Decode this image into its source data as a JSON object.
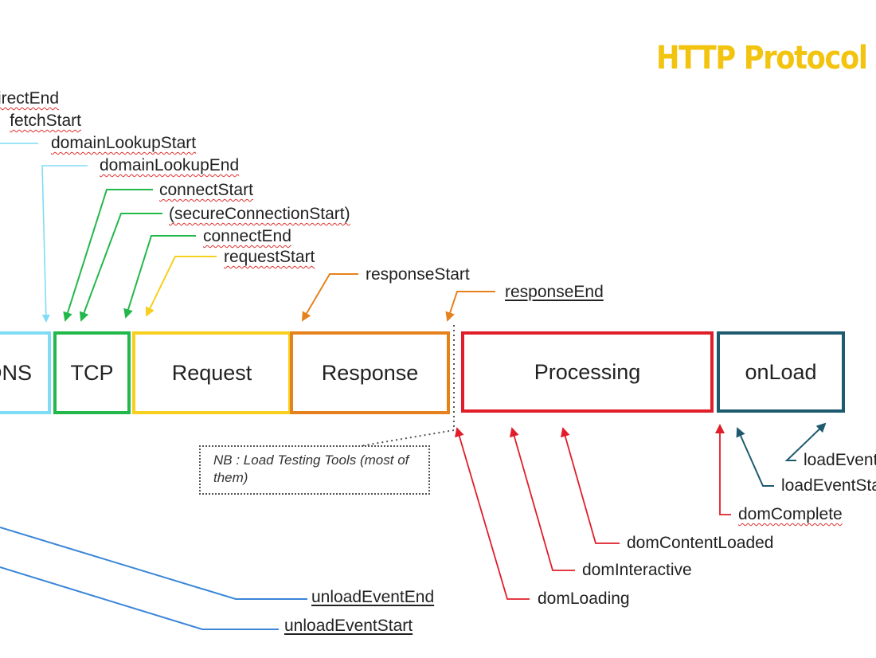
{
  "title": {
    "text": "HTTP Protocol",
    "color": "#f2c40f"
  },
  "colors": {
    "dns": "#7fdcf5",
    "tcp": "#22b84a",
    "request": "#f7cf1e",
    "response": "#e6821e",
    "processing": "#e01e2a",
    "onload": "#1e5a6e",
    "unload": "#3a86d8",
    "text": "#222222"
  },
  "stages": {
    "dns": "DNS",
    "tcp": "TCP",
    "request": "Request",
    "response": "Response",
    "processing": "Processing",
    "onload": "onLoad"
  },
  "labels": {
    "redirect_end": "redirectEnd",
    "fetch_start": "fetchStart",
    "domain_lookup_start": "domainLookupStart",
    "domain_lookup_end": "domainLookupEnd",
    "connect_start": "connectStart",
    "secure_connection_start": "(secureConnectionStart)",
    "connect_end": "connectEnd",
    "request_start": "requestStart",
    "response_start": "responseStart",
    "response_end": "responseEnd",
    "dom_loading": "domLoading",
    "dom_interactive": "domInteractive",
    "dom_content_loaded": "domContentLoaded",
    "dom_complete": "domComplete",
    "load_event_start": "loadEventStart",
    "load_event_end": "loadEventEnd",
    "unload_event_end": "unloadEventEnd",
    "unload_event_start": "unloadEventStart"
  },
  "note": {
    "text": "NB : Load Testing Tools (most of them)"
  }
}
